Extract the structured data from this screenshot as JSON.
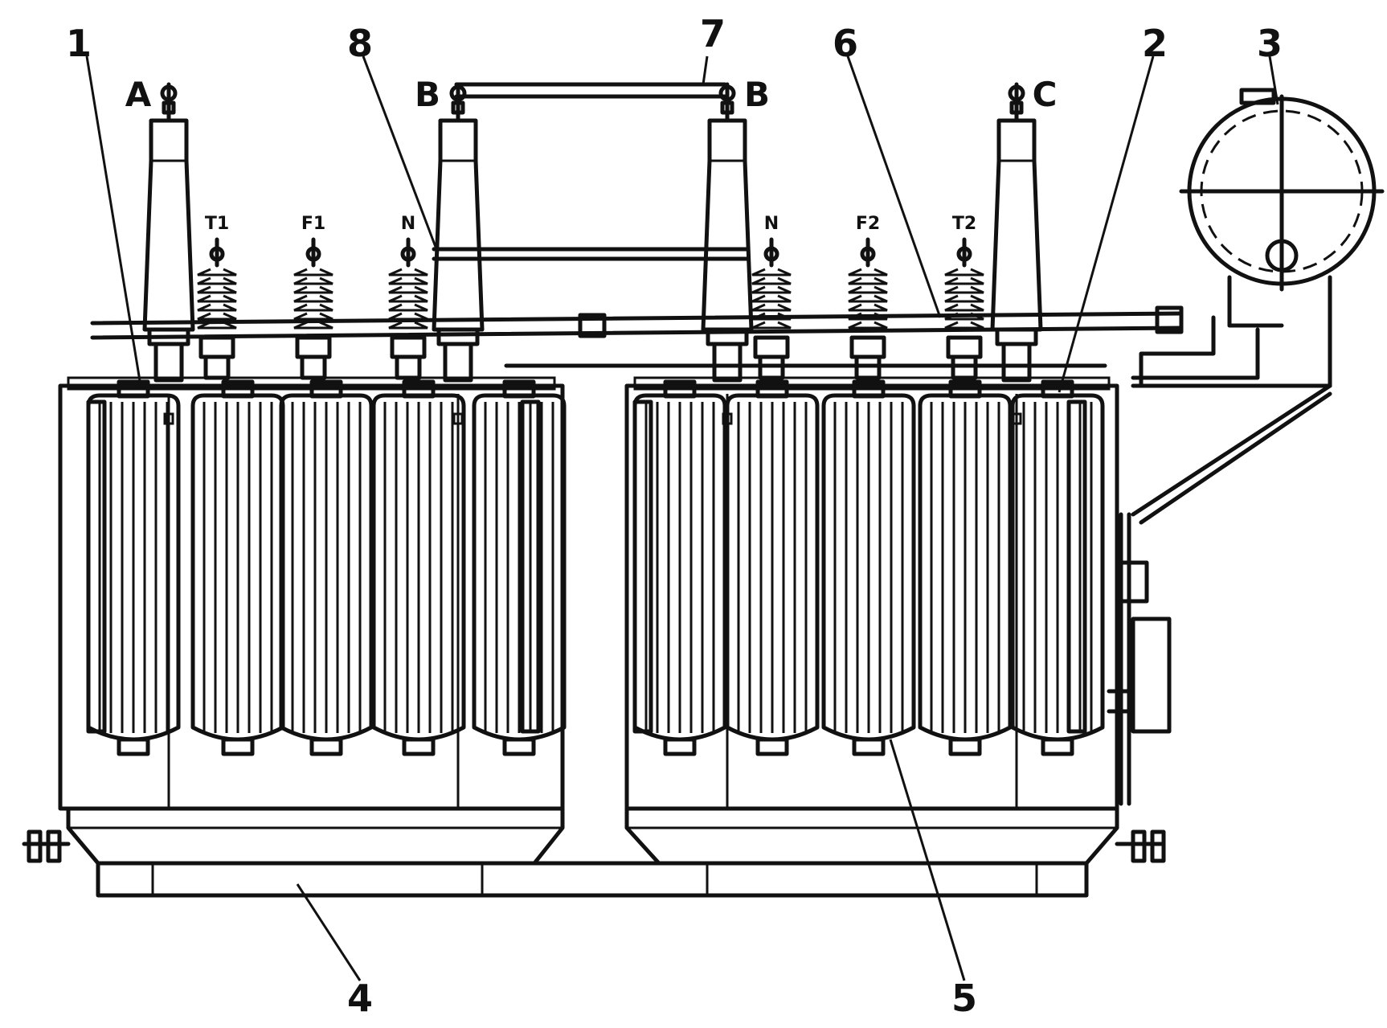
{
  "callouts": [
    "1",
    "2",
    "3",
    "4",
    "5",
    "6",
    "7",
    "8"
  ],
  "phase_terminals": [
    "A",
    "B",
    "B",
    "C"
  ],
  "aux_terminals": [
    "T1",
    "F1",
    "N",
    "N",
    "F2",
    "T2"
  ]
}
